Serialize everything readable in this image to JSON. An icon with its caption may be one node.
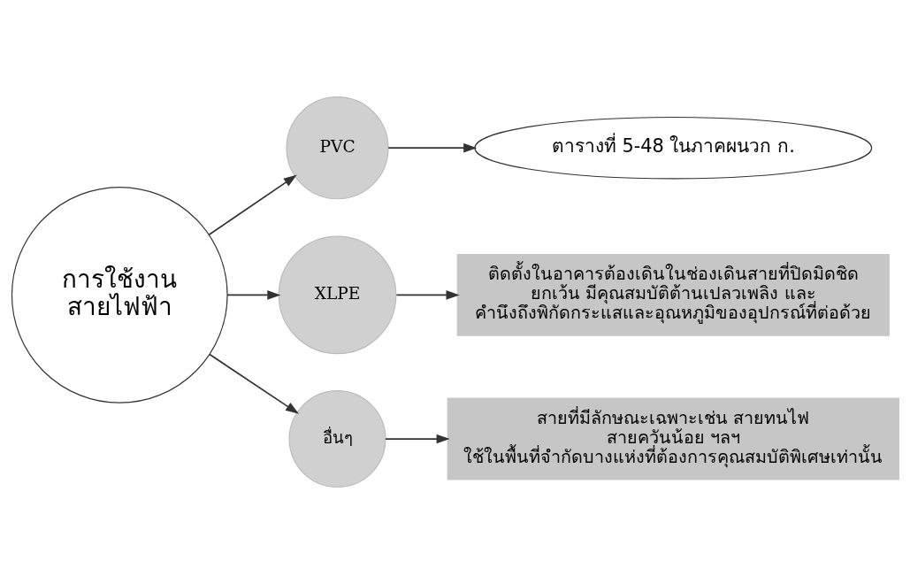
{
  "diagram": {
    "nodes": [
      {
        "text": [
          "การใช้งาน สายไฟฟ้า"
        ]
      },
      {
        "text": [
          "PVC"
        ]
      },
      {
        "text": [
          "ตารางที่ 5-48 ในภาคผนวก ก."
        ]
      },
      {
        "text": [
          "XLPE"
        ]
      },
      {
        "text": [
          "ติดตั้งในอาคารต้องเดินในช่องเดินสายที่ปิดมิดชิด ยกเว้น มีคุณสมบัติต้านเปลวเพลิง และ คำนึงถึงพิกัดกระแสและอุณหภูมิของอุปกรณ์ที่ต่อด้วย"
        ]
      },
      {
        "text": [
          "อื่นๆ"
        ]
      },
      {
        "text": [
          "สายที่มีลักษณะเฉพาะเช่น สายทนไฟ สายควันน้อย ฯลฯ ใช้ในพื้นที่จำกัดบางแห่งที่ต้องการคุณสมบัติพิเศษเท่านั้น"
        ]
      }
    ],
    "edges": [
      {
        "from": 0,
        "to": 1,
        "arrow": "to"
      },
      {
        "from": 1,
        "to": 2,
        "arrow": "to"
      },
      {
        "from": 0,
        "to": 3,
        "arrow": "to"
      },
      {
        "from": 3,
        "to": 4,
        "arrow": "to"
      },
      {
        "from": 0,
        "to": 5,
        "arrow": "to"
      },
      {
        "from": 5,
        "to": 6,
        "arrow": "to"
      }
    ]
  }
}
